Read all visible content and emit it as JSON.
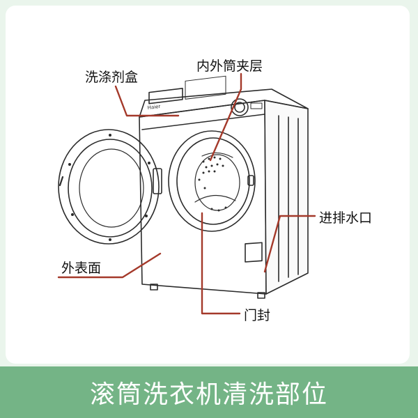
{
  "title": "滚筒洗衣机清洗部位",
  "labels": {
    "detergent_box": "洗涤剂盒",
    "drum_gap": "内外筒夹层",
    "water_inlet": "进排水口",
    "exterior": "外表面",
    "door_seal": "门封"
  },
  "brand": "Haier",
  "colors": {
    "background": "#eaf5ec",
    "footer": "#74b486",
    "leader_line": "#a4392a",
    "ink": "#2b2b2b"
  }
}
